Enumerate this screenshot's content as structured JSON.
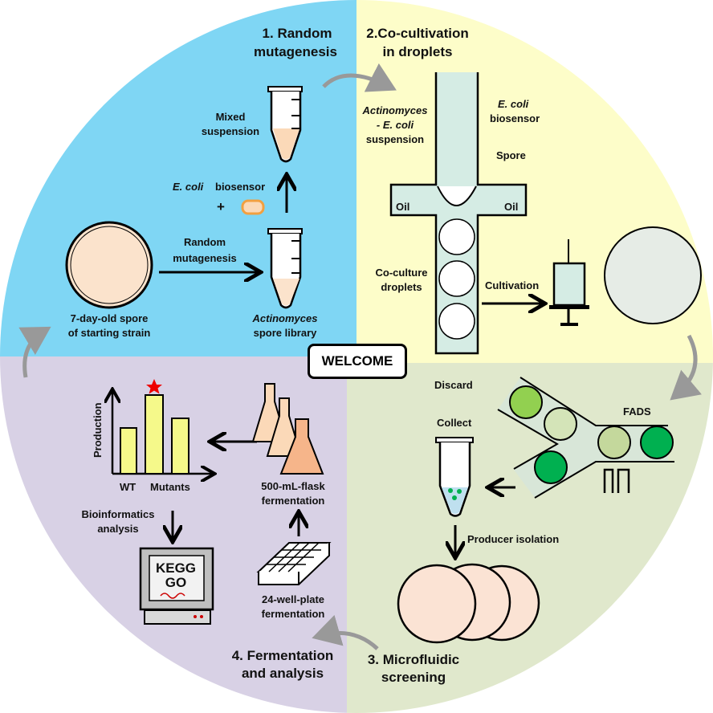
{
  "colors": {
    "q1": "#7fd6f4",
    "q2": "#fdfdc9",
    "q3": "#e0e8cc",
    "q4": "#d8d1e5"
  },
  "welcome": "WELCOME",
  "q1": {
    "title": [
      "1. Random",
      "mutagenesis"
    ],
    "mixed": [
      "Mixed",
      "suspension"
    ],
    "ecoli": "E. coli",
    "biosensor": "biosensor",
    "plus": "+",
    "random": [
      "Random",
      "mutagenesis"
    ],
    "spore": [
      "7-day-old spore",
      "of starting strain"
    ],
    "library": [
      "Actinomyces",
      "spore library"
    ]
  },
  "q2": {
    "title": [
      "2.Co-cultivation",
      "in droplets"
    ],
    "susp": [
      "Actinomyces",
      "- E. coli",
      "suspension"
    ],
    "ecoli": "E. coli",
    "biosensor": "biosensor",
    "spore": "Spore",
    "oil": "Oil",
    "droplets": [
      "Co-culture",
      "droplets"
    ],
    "cultivation": "Cultivation"
  },
  "q3": {
    "title": [
      "3. Microfluidic",
      "screening"
    ],
    "discard": "Discard",
    "collect": "Collect",
    "fads": "FADS",
    "producer": "Producer isolation"
  },
  "q4": {
    "title": [
      "4. Fermentation",
      "and analysis"
    ],
    "ylabel": "Production",
    "wt": "WT",
    "mutants": "Mutants",
    "flask": [
      "500-mL-flask",
      "fermentation"
    ],
    "plate": [
      "24-well-plate",
      "fermentation"
    ],
    "bio": [
      "Bioinformatics",
      "analysis"
    ],
    "kegg": "KEGG",
    "go": "GO"
  }
}
